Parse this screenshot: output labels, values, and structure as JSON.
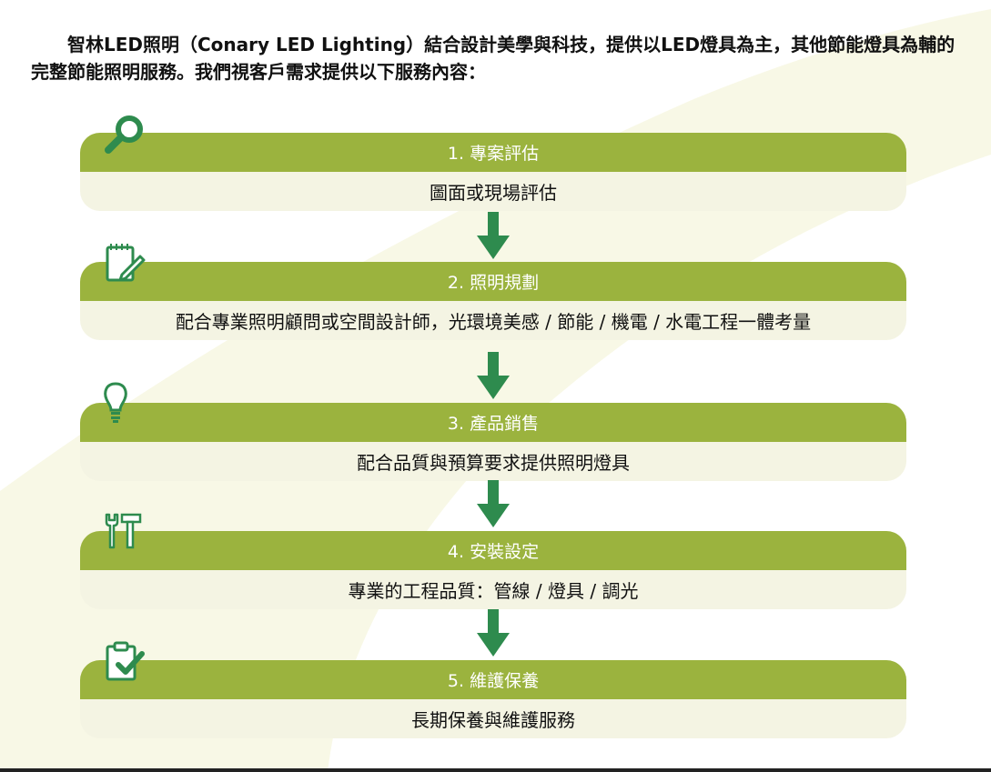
{
  "intro": "智林LED照明（Conary LED Lighting）結合設計美學與科技，提供以LED燈具為主，其他節能燈具為輔的完整節能照明服務。我們視客戶需求提供以下服務內容：",
  "steps": [
    {
      "title": "1. 專案評估",
      "desc": "圖面或現場評估",
      "icon": "magnifier-icon"
    },
    {
      "title": "2. 照明規劃",
      "desc": "配合專業照明顧問或空間設計師，光環境美感 / 節能 / 機電 / 水電工程一體考量",
      "icon": "notepad-pencil-icon"
    },
    {
      "title": "3. 產品銷售",
      "desc": "配合品質與預算要求提供照明燈具",
      "icon": "lightbulb-icon"
    },
    {
      "title": "4. 安裝設定",
      "desc": "專業的工程品質：管線 / 燈具 / 調光",
      "icon": "wrench-hammer-icon"
    },
    {
      "title": "5. 維護保養",
      "desc": "長期保養與維護服務",
      "icon": "clipboard-check-icon"
    }
  ],
  "colors": {
    "header_green": "#9bb33e",
    "body_cream": "#f4f4e3",
    "arrow_green": "#2e8b4e",
    "icon_green": "#2e8b4e",
    "background_swoosh": "#f8f8e6"
  }
}
